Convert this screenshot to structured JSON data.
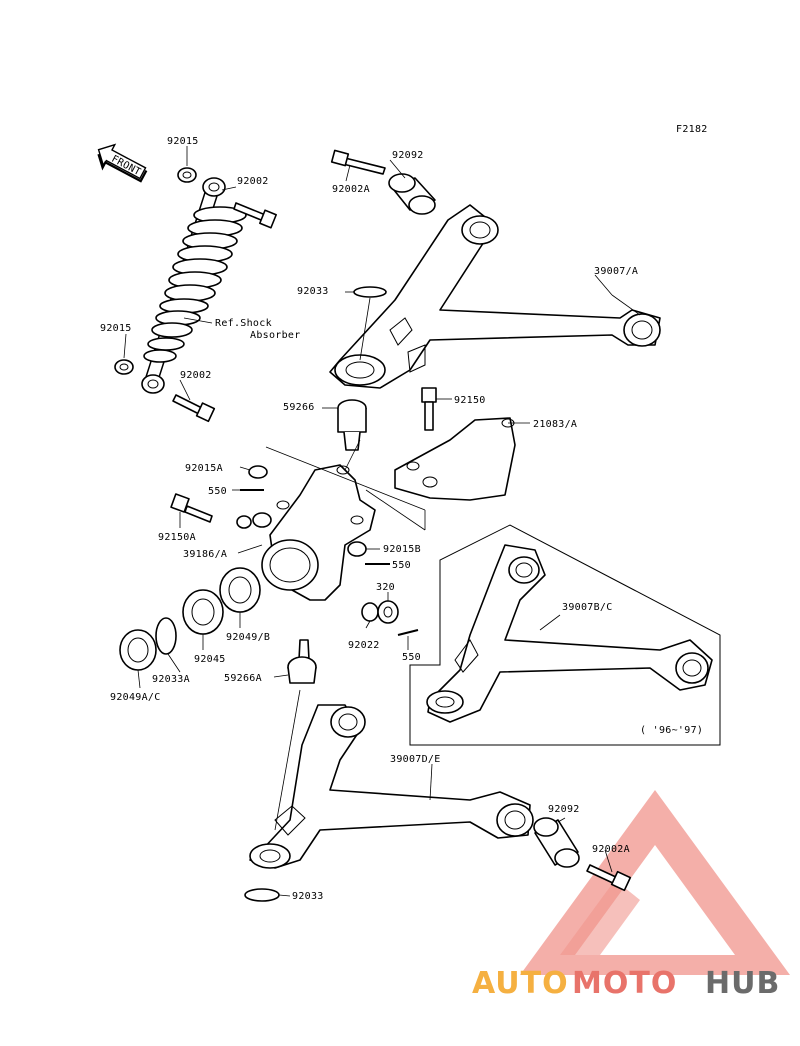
{
  "figure_code": "F2182",
  "front_label": "FRONT",
  "note": {
    "line1": "Ref.Shock",
    "line2": "Absorber"
  },
  "inset_years": "( '96~'97)",
  "labels": {
    "l_92015_top": "92015",
    "l_92002_top": "92002",
    "l_92015_mid": "92015",
    "l_92002_mid": "92002",
    "l_92092_top": "92092",
    "l_92002a_top": "92002A",
    "l_92033_top": "92033",
    "l_39007a": "39007/A",
    "l_59266": "59266",
    "l_92150": "92150",
    "l_21083a": "21083/A",
    "l_92015a": "92015A",
    "l_550_a": "550",
    "l_92150a": "92150A",
    "l_39186a": "39186/A",
    "l_92015b": "92015B",
    "l_550_b": "550",
    "l_320": "320",
    "l_39007bc": "39007B/C",
    "l_92022": "92022",
    "l_550_c": "550",
    "l_92049b": "92049/B",
    "l_92045": "92045",
    "l_92033a": "92033A",
    "l_59266a": "59266A",
    "l_92049ac": "92049A/C",
    "l_39007de": "39007D/E",
    "l_92092_bot": "92092",
    "l_92002a_bot": "92002A",
    "l_92033_bot": "92033"
  },
  "watermark": {
    "part1": "AUTO",
    "part2": "MOTO",
    "part3": "HUB",
    "color_orange": "#f5b041",
    "color_red": "#e8736a",
    "color_gray": "#6b6b6b",
    "triangle_color": "#ef8a80"
  }
}
